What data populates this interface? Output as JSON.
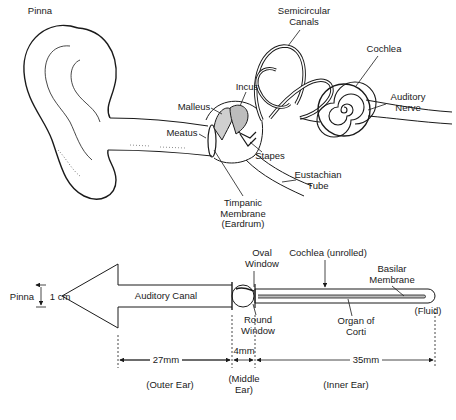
{
  "diagram": {
    "labels": [
      "Pinna",
      "Semicircular Canals",
      "Cochlea",
      "Incus",
      "Malleus",
      "Meatus",
      "Auditory Nerve",
      "Stapes",
      "Eustachian Tube",
      "Timpanic Membrane (Eardrum)",
      "Oval Window",
      "Cochlea (unrolled)",
      "Basilar Membrane",
      "Pinna",
      "1 cm",
      "Auditory Canal",
      "(Fluid)",
      "Round Window",
      "Organ of Corti",
      "27mm",
      "4mm",
      "35mm",
      "(Outer Ear)",
      "(Middle Ear)",
      "(Inner Ear)"
    ]
  }
}
